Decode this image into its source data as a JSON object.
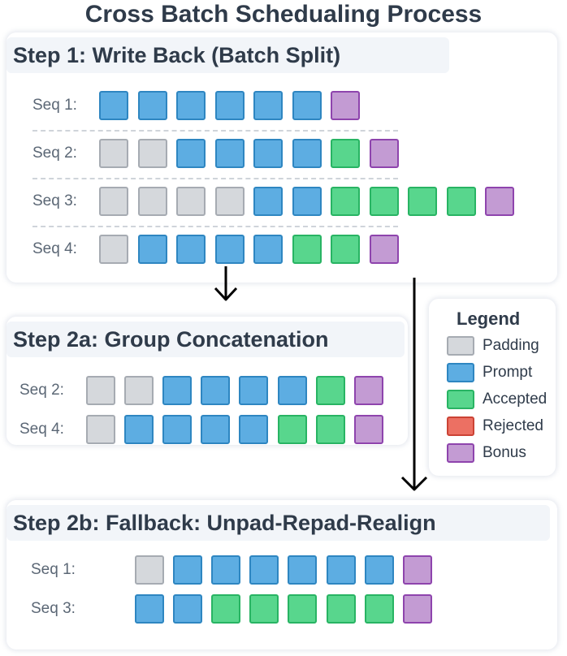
{
  "title": "Cross Batch Schedualing Process",
  "colors": {
    "padding": {
      "fill": "#d5d8dc",
      "stroke": "#a6abb2"
    },
    "prompt": {
      "fill": "#5dade2",
      "stroke": "#2e86c1"
    },
    "accepted": {
      "fill": "#58d68d",
      "stroke": "#28b463"
    },
    "rejected": {
      "fill": "#ec7063",
      "stroke": "#cb4335"
    },
    "bonus": {
      "fill": "#c39bd3",
      "stroke": "#8e44ad"
    }
  },
  "step1": {
    "title": "Step 1: Write Back (Batch Split)",
    "rows": [
      {
        "label": "Seq 1:",
        "blocks": [
          "prompt",
          "prompt",
          "prompt",
          "prompt",
          "prompt",
          "prompt",
          "bonus"
        ]
      },
      {
        "label": "Seq 2:",
        "blocks": [
          "padding",
          "padding",
          "prompt",
          "prompt",
          "prompt",
          "prompt",
          "accepted",
          "bonus"
        ]
      },
      {
        "label": "Seq 3:",
        "blocks": [
          "padding",
          "padding",
          "padding",
          "padding",
          "prompt",
          "prompt",
          "accepted",
          "accepted",
          "accepted",
          "accepted",
          "bonus"
        ]
      },
      {
        "label": "Seq 4:",
        "blocks": [
          "padding",
          "prompt",
          "prompt",
          "prompt",
          "prompt",
          "accepted",
          "accepted",
          "bonus"
        ]
      }
    ]
  },
  "step2a": {
    "title": "Step 2a: Group Concatenation",
    "rows": [
      {
        "label": "Seq 2:",
        "blocks": [
          "padding",
          "padding",
          "prompt",
          "prompt",
          "prompt",
          "prompt",
          "accepted",
          "bonus"
        ]
      },
      {
        "label": "Seq 4:",
        "blocks": [
          "padding",
          "prompt",
          "prompt",
          "prompt",
          "prompt",
          "accepted",
          "accepted",
          "bonus"
        ]
      }
    ]
  },
  "step2b": {
    "title": "Step 2b: Fallback: Unpad-Repad-Realign",
    "rows": [
      {
        "label": "Seq 1:",
        "blocks": [
          "padding",
          "prompt",
          "prompt",
          "prompt",
          "prompt",
          "prompt",
          "prompt",
          "bonus"
        ]
      },
      {
        "label": "Seq 3:",
        "blocks": [
          "prompt",
          "prompt",
          "accepted",
          "accepted",
          "accepted",
          "accepted",
          "accepted",
          "bonus"
        ]
      }
    ]
  },
  "legend": {
    "title": "Legend",
    "items": [
      {
        "key": "padding",
        "label": "Padding"
      },
      {
        "key": "prompt",
        "label": "Prompt"
      },
      {
        "key": "accepted",
        "label": "Accepted"
      },
      {
        "key": "rejected",
        "label": "Rejected"
      },
      {
        "key": "bonus",
        "label": "Bonus"
      }
    ]
  }
}
